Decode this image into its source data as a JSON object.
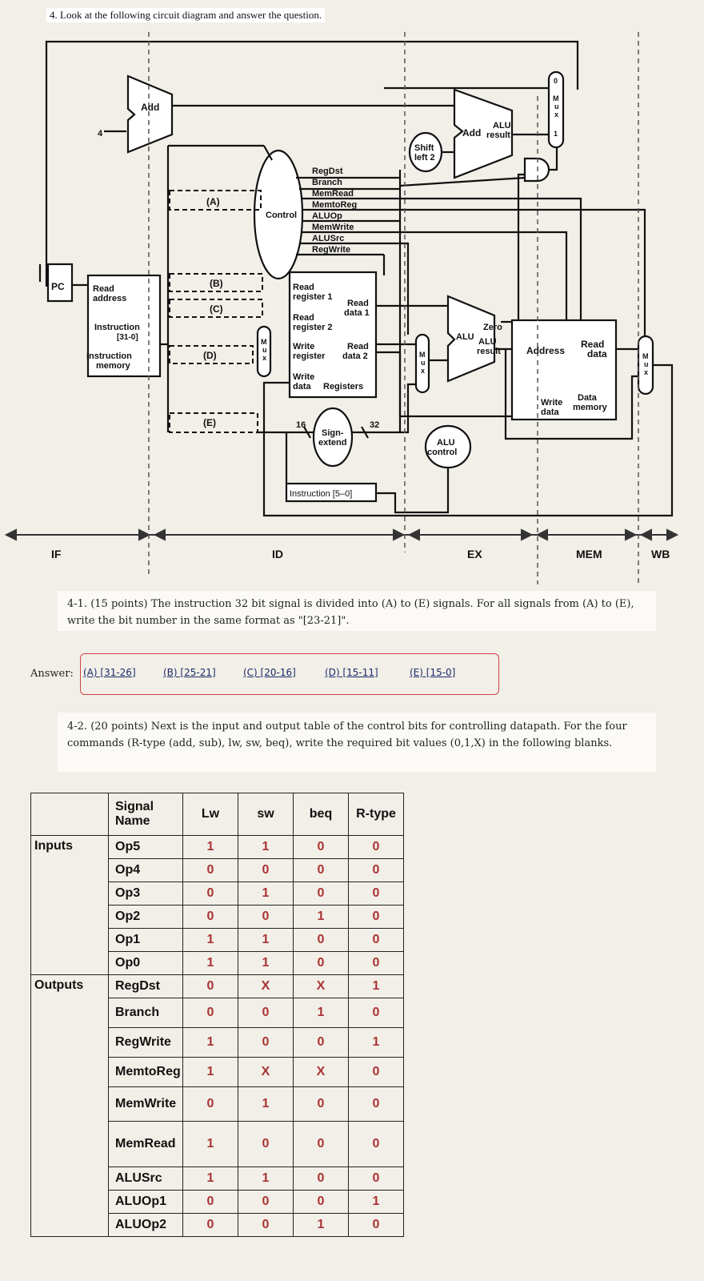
{
  "question_title": "4. Look at the following circuit diagram and answer the question.",
  "diagram": {
    "add_label": "Add",
    "four": "4",
    "pc": "PC",
    "imem": [
      "Read",
      "address",
      "Instruction",
      "[31-0]",
      "Instruction",
      "memory"
    ],
    "control": "Control",
    "control_signals": [
      "RegDst",
      "Branch",
      "MemRead",
      "MemtoReg",
      "ALUOp",
      "MemWrite",
      "ALUSrc",
      "RegWrite"
    ],
    "slots": [
      "(A)",
      "(B)",
      "(C)",
      "(D)",
      "(E)"
    ],
    "reg_labels": [
      "Read",
      "register 1",
      "Read",
      "data 1",
      "Read",
      "register 2",
      "Write",
      "register",
      "Read",
      "data 2",
      "Write",
      "data",
      "Registers"
    ],
    "shift": [
      "Shift",
      "left 2"
    ],
    "add_alu": [
      "Add",
      "ALU",
      "result"
    ],
    "alu": [
      "ALU",
      "Zero",
      "ALU",
      "result"
    ],
    "alu_control": [
      "ALU",
      "control"
    ],
    "dmem": [
      "Address",
      "Read",
      "data",
      "Write",
      "data",
      "Data",
      "memory"
    ],
    "sign_extend": [
      "Sign-",
      "extend"
    ],
    "bits16": "16",
    "bits32": "32",
    "instr50": "Instruction [5–0]",
    "mux": [
      "M",
      "u",
      "x"
    ],
    "mux_in": [
      "0",
      "1"
    ],
    "stages": [
      "IF",
      "ID",
      "EX",
      "MEM",
      "WB"
    ]
  },
  "q41": {
    "text": "4-1. (15 points) The instruction 32 bit signal is divided into (A) to (E) signals. For all signals from (A) to (E), write the bit number in the same format as \"[23-21]\".",
    "answer_label": "Answer:",
    "answers": [
      "(A) [31-26]",
      "(B) [25-21]",
      "(C) [20-16]",
      "(D) [15-11]",
      "(E) [15-0]"
    ]
  },
  "q42": {
    "text": "4-2. (20 points) Next is the input and output table of the control bits for controlling datapath. For the four commands (R-type (add, sub), lw, sw, beq), write the required bit values (0,1,X) in the following blanks."
  },
  "table": {
    "header": [
      "Signal Name",
      "Lw",
      "sw",
      "beq",
      "R-type"
    ],
    "groups": [
      "Inputs",
      "Outputs"
    ],
    "rows": [
      {
        "signal": "Op5",
        "values": [
          "1",
          "1",
          "0",
          "0"
        ]
      },
      {
        "signal": "Op4",
        "values": [
          "0",
          "0",
          "0",
          "0"
        ]
      },
      {
        "signal": "Op3",
        "values": [
          "0",
          "1",
          "0",
          "0"
        ]
      },
      {
        "signal": "Op2",
        "values": [
          "0",
          "0",
          "1",
          "0"
        ]
      },
      {
        "signal": "Op1",
        "values": [
          "1",
          "1",
          "0",
          "0"
        ]
      },
      {
        "signal": "Op0",
        "values": [
          "1",
          "1",
          "0",
          "0"
        ]
      },
      {
        "signal": "RegDst",
        "values": [
          "0",
          "X",
          "X",
          "1"
        ]
      },
      {
        "signal": "Branch",
        "values": [
          "0",
          "0",
          "1",
          "0"
        ]
      },
      {
        "signal": "RegWrite",
        "values": [
          "1",
          "0",
          "0",
          "1"
        ]
      },
      {
        "signal": "MemtoReg",
        "values": [
          "1",
          "X",
          "X",
          "0"
        ]
      },
      {
        "signal": "MemWrite",
        "values": [
          "0",
          "1",
          "0",
          "0"
        ]
      },
      {
        "signal": "MemRead",
        "values": [
          "1",
          "0",
          "0",
          "0"
        ]
      },
      {
        "signal": "ALUSrc",
        "values": [
          "1",
          "1",
          "0",
          "0"
        ]
      },
      {
        "signal": "ALUOp1",
        "values": [
          "0",
          "0",
          "0",
          "1"
        ]
      },
      {
        "signal": "ALUOp2",
        "values": [
          "0",
          "0",
          "1",
          "0"
        ]
      }
    ]
  }
}
